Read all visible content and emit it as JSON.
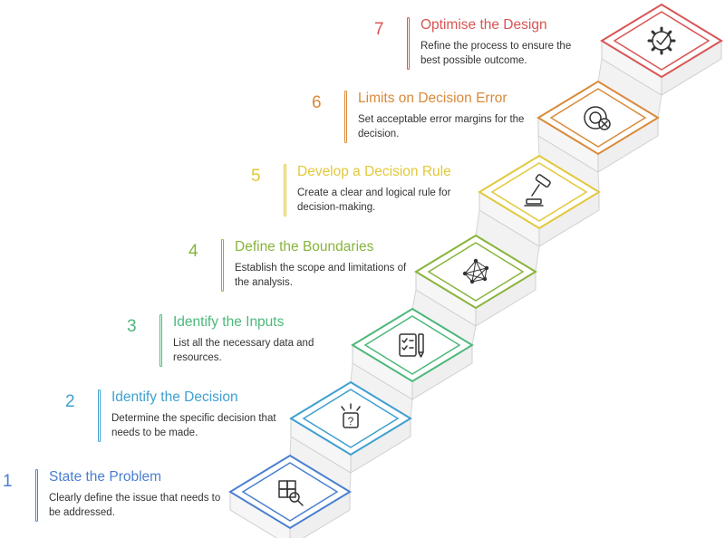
{
  "steps": [
    {
      "number": "1",
      "title": "State the Problem",
      "description": "Clearly define the issue that needs to be addressed.",
      "color": "#4a7fd0",
      "icon": "puzzle-search-icon"
    },
    {
      "number": "2",
      "title": "Identify the Decision",
      "description": "Determine the specific decision that needs to be made.",
      "color": "#3f9fd0",
      "icon": "question-box-icon"
    },
    {
      "number": "3",
      "title": "Identify the Inputs",
      "description": "List all the necessary data and resources.",
      "color": "#4cb87a",
      "icon": "checklist-icon"
    },
    {
      "number": "4",
      "title": "Define the Boundaries",
      "description": "Establish the scope and limitations of the analysis.",
      "color": "#88b43c",
      "icon": "network-icon"
    },
    {
      "number": "5",
      "title": "Develop a Decision Rule",
      "description": "Create a clear and logical rule for decision-making.",
      "color": "#e2c83a",
      "icon": "gavel-icon"
    },
    {
      "number": "6",
      "title": "Limits on Decision Error",
      "description": "Set acceptable error margins for the decision.",
      "color": "#d98a3a",
      "icon": "target-error-icon"
    },
    {
      "number": "7",
      "title": "Optimise the Design",
      "description": "Refine the process to ensure the best possible outcome.",
      "color": "#d95454",
      "icon": "gear-check-icon"
    }
  ]
}
